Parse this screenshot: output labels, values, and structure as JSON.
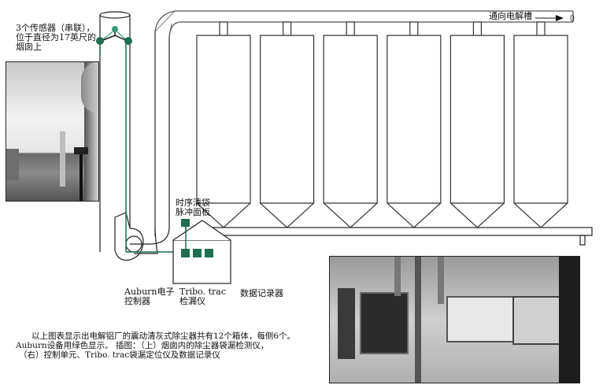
{
  "labels": {
    "sensors": [
      "3个传感器（串联），",
      "位于直径为17英尺的",
      "烟囱上"
    ],
    "to_cells": "通向电解槽",
    "pulse_panel": [
      "时序清袋",
      "脉冲面板"
    ],
    "controller": [
      "Auburn电子",
      "控制器"
    ],
    "detector": [
      "Tribo. trac",
      "检漏仪"
    ],
    "recorder": "数据记录器"
  },
  "caption": [
    "以上图表显示出电解铝厂的震动清灰式除尘器共有12个箱体，每侧6个。",
    "Auburn设备用绿色显示。   插图：（上）烟囱内的除尘器袋漏检测仪，",
    "（右）控制单元、Tribo. trac袋漏定位仪及数据记录仪"
  ],
  "baghouse": {
    "compartments_shown": 6
  },
  "colors": {
    "auburn_green": "#1f6e4f",
    "line": "#222222",
    "duct": "#555555"
  },
  "photos": {
    "stack_photo": "stack-sensor-photo",
    "control_photo": "control-units-photo"
  }
}
